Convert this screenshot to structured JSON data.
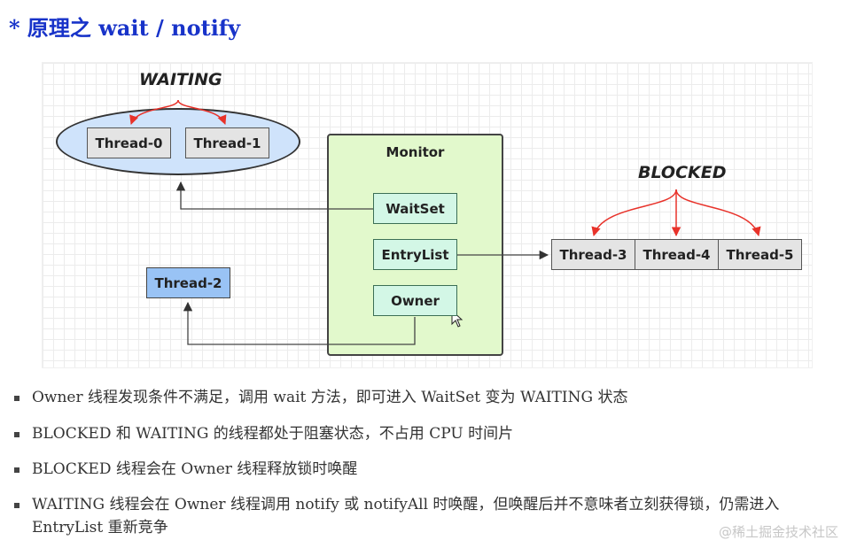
{
  "title": "* 原理之 wait / notify",
  "diagram": {
    "waiting_label": "WAITING",
    "blocked_label": "BLOCKED",
    "monitor": {
      "title": "Monitor",
      "items": [
        "WaitSet",
        "EntryList",
        "Owner"
      ]
    },
    "waiting_threads": [
      "Thread-0",
      "Thread-1"
    ],
    "blocked_threads": [
      "Thread-3",
      "Thread-4",
      "Thread-5"
    ],
    "owner_thread": "Thread-2",
    "colors": {
      "waiting_ellipse": "#cfe3fb",
      "monitor_bg": "#e2f9cc",
      "monitor_item": "#d3f7e6",
      "owner_thread": "#99c3f5",
      "thread_gray": "#e4e4e4",
      "arrow_red": "#e8322a"
    }
  },
  "bullets": [
    "Owner 线程发现条件不满足，调用 wait 方法，即可进入 WaitSet 变为 WAITING 状态",
    "BLOCKED 和 WAITING 的线程都处于阻塞状态，不占用 CPU 时间片",
    "BLOCKED 线程会在 Owner 线程释放锁时唤醒",
    "WAITING 线程会在 Owner 线程调用 notify 或 notifyAll 时唤醒，但唤醒后并不意味者立刻获得锁，仍需进入 EntryList 重新竞争"
  ],
  "watermark": "@稀土掘金技术社区"
}
